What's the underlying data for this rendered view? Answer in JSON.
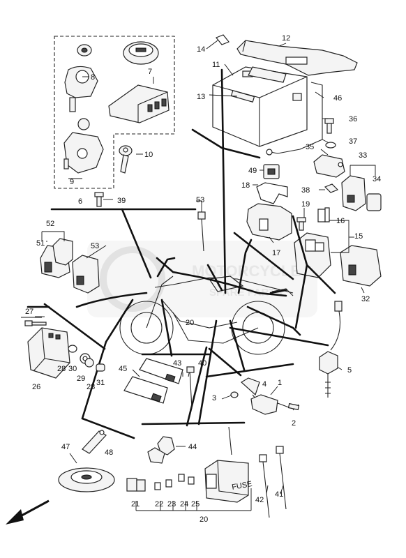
{
  "callouts": {
    "c1": "1",
    "c2": "2",
    "c3": "3",
    "c4": "4",
    "c5": "5",
    "c6": "6",
    "c7": "7",
    "c8": "8",
    "c9": "9",
    "c10": "10",
    "c11": "11",
    "c12": "12",
    "c13": "13",
    "c14": "14",
    "c15": "15",
    "c16": "16",
    "c17": "17",
    "c18": "18",
    "c19": "19",
    "c20a": "20",
    "c20b": "20",
    "c21": "21",
    "c22": "22",
    "c23": "23",
    "c24": "24",
    "c25": "25",
    "c26": "26",
    "c27": "27",
    "c28a": "28",
    "c28b": "28",
    "c29": "29",
    "c30": "30",
    "c31": "31",
    "c32": "32",
    "c33": "33",
    "c34": "34",
    "c35": "35",
    "c36": "36",
    "c37": "37",
    "c38": "38",
    "c39": "39",
    "c40": "40",
    "c41": "41",
    "c42": "42",
    "c43": "43",
    "c44": "44",
    "c45": "45",
    "c46": "46",
    "c47": "47",
    "c48": "48",
    "c49": "49",
    "c51": "51",
    "c52": "52",
    "c53a": "53",
    "c53b": "53"
  },
  "fuse_box_label": "FUSE",
  "watermark": {
    "line1": "MOTORCYCLE",
    "line2": "SPARE PARTS"
  },
  "colors": {
    "line": "#111111",
    "watermark": "#e6e6e6",
    "paper": "#ffffff"
  }
}
